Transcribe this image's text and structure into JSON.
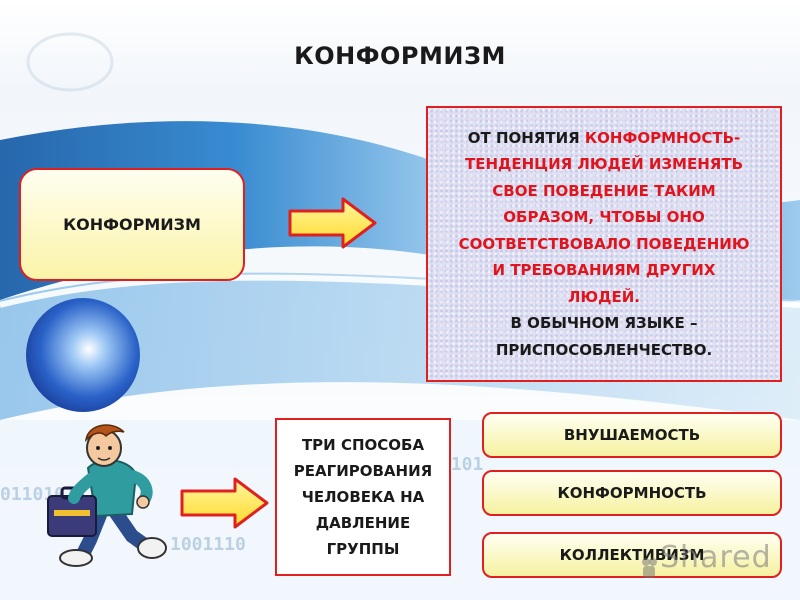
{
  "slide": {
    "title": "КОНФОРМИЗМ",
    "term_box": "КОНФОРМИЗМ",
    "definition": {
      "line1_black": "ОТ ПОНЯТИЯ ",
      "line1_red": "КОНФОРМНОСТЬ-",
      "red_lines": [
        "ТЕНДЕНЦИЯ ЛЮДЕЙ ИЗМЕНЯТЬ",
        "СВОЕ ПОВЕДЕНИЕ ТАКИМ",
        "ОБРАЗОМ, ЧТОБЫ ОНО",
        "СООТВЕТСТВОВАЛО ПОВЕДЕНИЮ",
        "И ТРЕБОВАНИЯМ ДРУГИХ",
        "ЛЮДЕЙ."
      ],
      "black_lines": [
        "В ОБЫЧНОМ ЯЗЫКЕ –",
        "ПРИСПОСОБЛЕНЧЕСТВО."
      ]
    },
    "three_ways_box": "ТРИ СПОСОБА РЕАГИРОВАНИЯ ЧЕЛОВЕКА НА ДАВЛЕНИЕ ГРУППЫ",
    "ways": [
      "ВНУШАЕМОСТЬ",
      "КОНФОРМНОСТЬ",
      "КОЛЛЕКТИВИЗМ"
    ],
    "watermark": "Shared"
  },
  "colors": {
    "accent_red": "#e0141c",
    "box_yellow": "#fbf4a8",
    "background_blue": "#1e6fb8",
    "arrow_red": "#e02020",
    "arrow_yellow": "#ffe84a"
  },
  "icons": {
    "arrow_1": "right-arrow-icon",
    "arrow_2": "right-arrow-icon",
    "clipart": "running-boy-with-briefcase"
  }
}
